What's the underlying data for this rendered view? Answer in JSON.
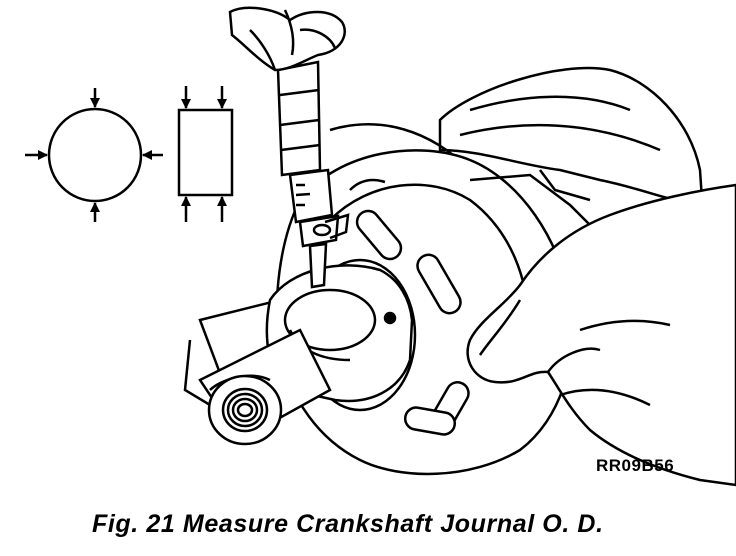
{
  "figure": {
    "reference_code": "RR09B56",
    "caption": "Fig. 21 Measure Crankshaft Journal O. D."
  },
  "colors": {
    "ink": "#000000",
    "paper": "#ffffff"
  },
  "icons": {
    "round-check": "circle-with-four-arrows",
    "taper-check": "rectangle-with-four-arrows"
  }
}
